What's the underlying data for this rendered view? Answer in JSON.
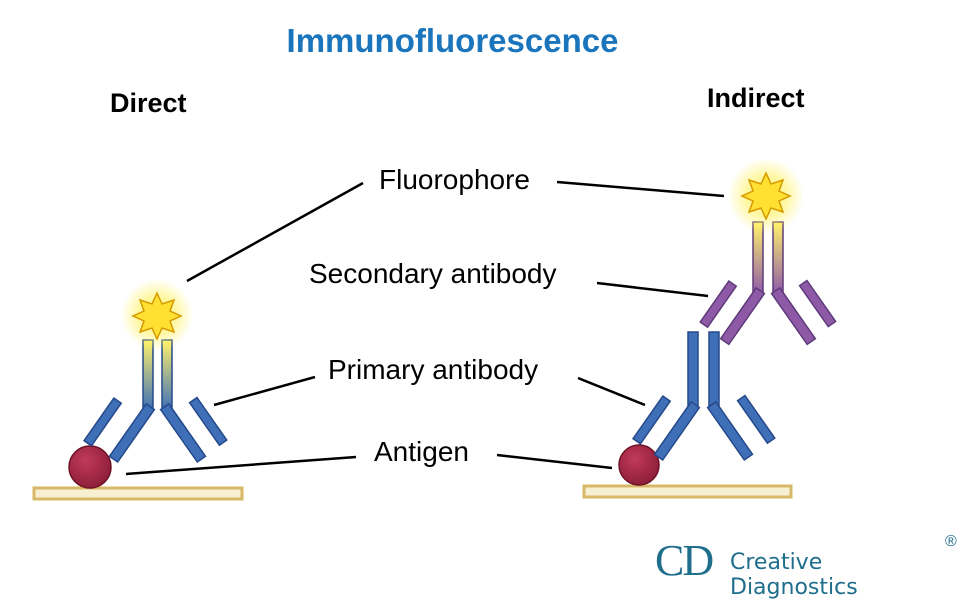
{
  "title": "Immunofluorescence",
  "panels": {
    "direct": "Direct",
    "indirect": "Indirect"
  },
  "labels": {
    "fluorophore": "Fluorophore",
    "secondary_antibody": "Secondary antibody",
    "primary_antibody": "Primary antibody",
    "antigen": "Antigen"
  },
  "logo": {
    "mark": "CD",
    "name": "Creative Diagnostics",
    "registered": "®"
  },
  "colors": {
    "title": "#1a75bc",
    "primary_antibody": "#3f6fb7",
    "secondary_antibody": "#8e5aa8",
    "antigen": "#b02a4a",
    "fluorophore": "#ffe033",
    "slide": "#d8b866",
    "logo": "#1f6e8c"
  }
}
